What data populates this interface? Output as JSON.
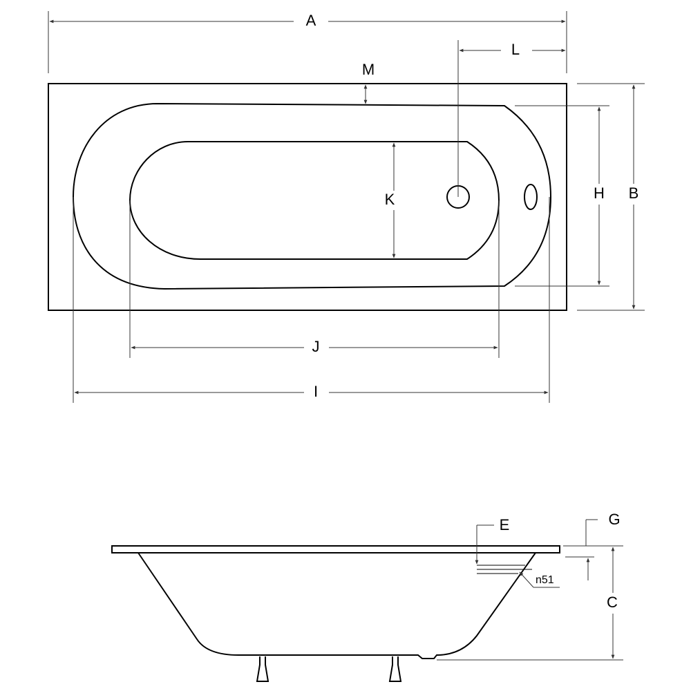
{
  "labels": {
    "A": "A",
    "B": "B",
    "C": "C",
    "E": "E",
    "G": "G",
    "H": "H",
    "I": "I",
    "J": "J",
    "K": "K",
    "L": "L",
    "M": "M",
    "n51": "n51"
  }
}
